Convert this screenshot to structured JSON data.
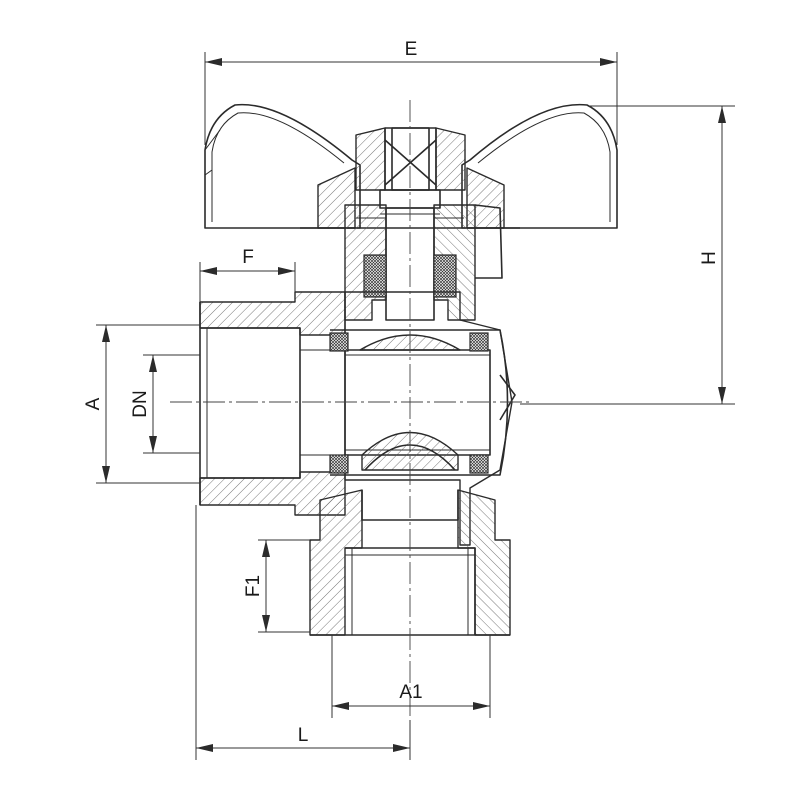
{
  "labels": {
    "E": "E",
    "H": "H",
    "F": "F",
    "A": "A",
    "DN": "DN",
    "F1": "F1",
    "A1": "A1",
    "L": "L"
  }
}
